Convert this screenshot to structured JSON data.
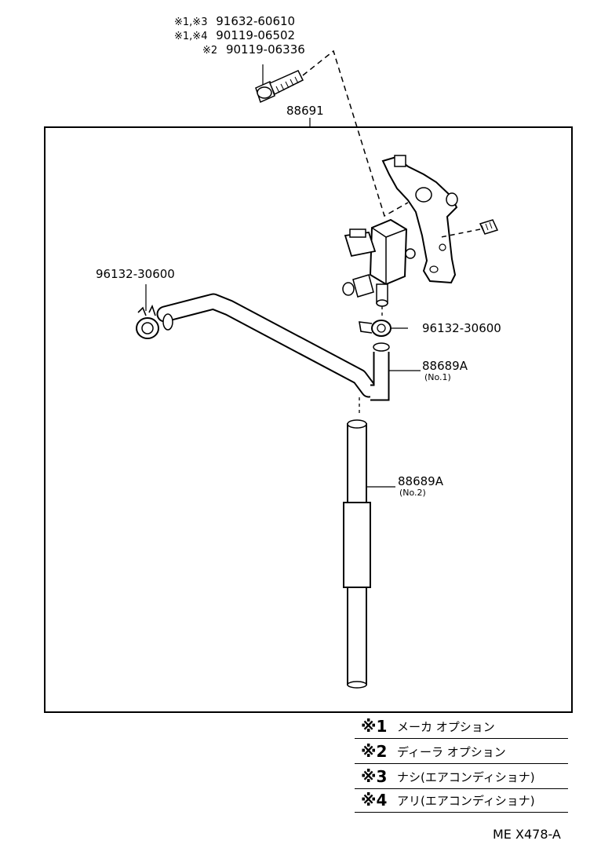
{
  "bolt_options": [
    {
      "marks": "※1,※3",
      "part": "91632-60610"
    },
    {
      "marks": "※1,※4",
      "part": "90119-06502"
    },
    {
      "marks": "※2",
      "part": "90119-06336"
    }
  ],
  "assembly_part": "88691",
  "clip_left_part": "96132-30600",
  "clip_right_part": "96132-30600",
  "hose_no1": {
    "part": "88689A",
    "sub": "(No.1)"
  },
  "hose_no2": {
    "part": "88689A",
    "sub": "(No.2)"
  },
  "legend": [
    {
      "symbol": "※1",
      "text": "メーカ オプション"
    },
    {
      "symbol": "※2",
      "text": "ディーラ オプション"
    },
    {
      "symbol": "※3",
      "text": "ナシ(エアコンディショナ)"
    },
    {
      "symbol": "※4",
      "text": "アリ(エアコンディショナ)"
    }
  ],
  "diagram_code": "ME X478-A"
}
